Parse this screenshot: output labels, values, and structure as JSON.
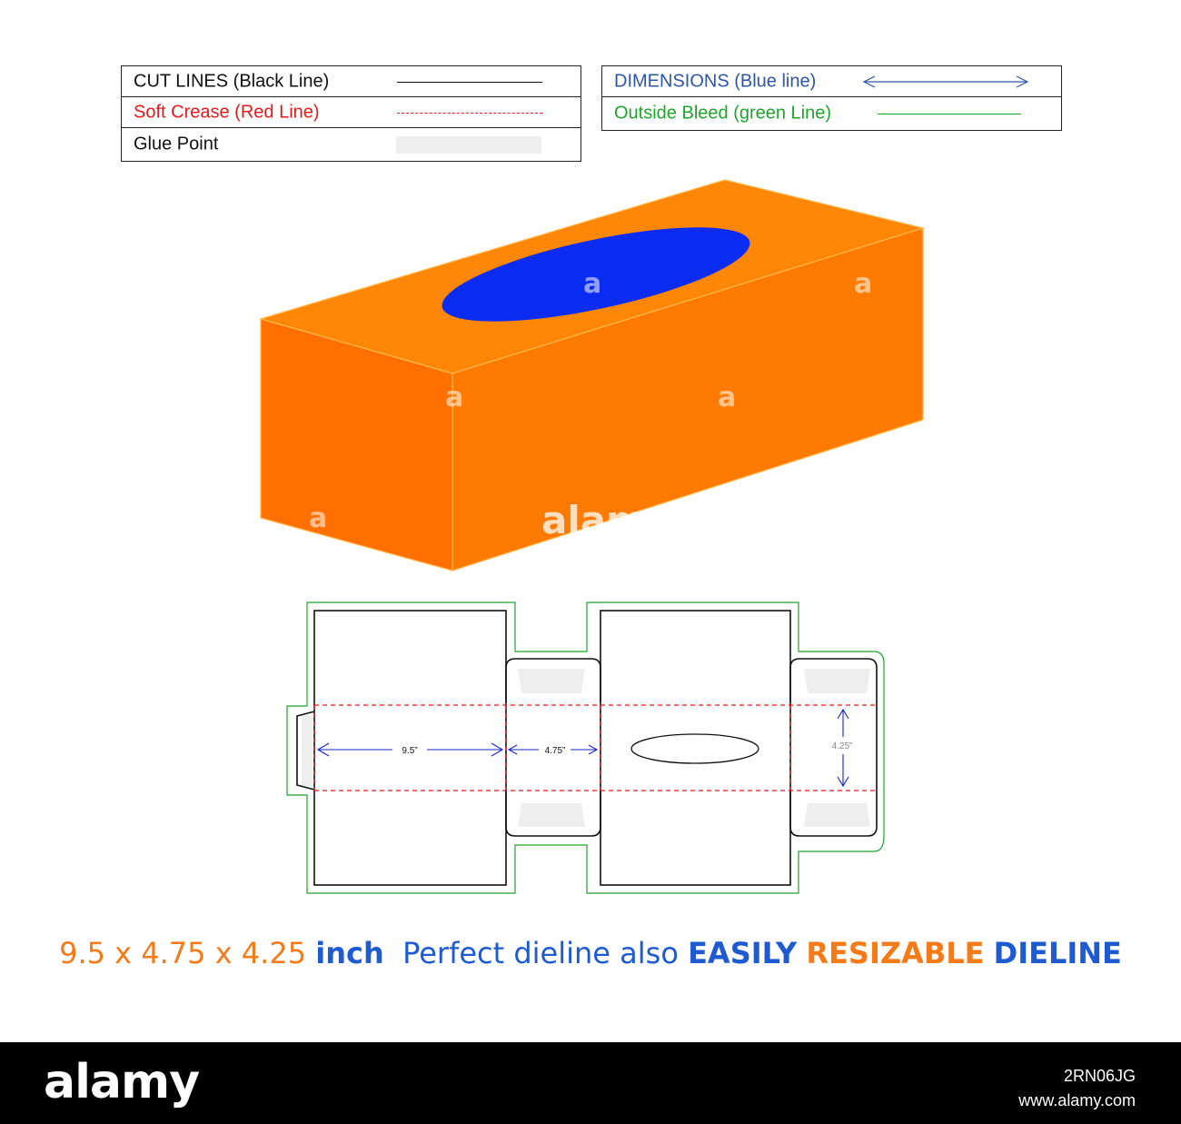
{
  "legend_left": {
    "rows": [
      {
        "label": "CUT LINES (Black Line)",
        "color": "#111111",
        "style": "solid"
      },
      {
        "label": "Soft Crease (Red Line)",
        "color": "#e21a1a",
        "style": "dashed"
      },
      {
        "label": "Glue Point",
        "color": "#111111",
        "style": "glue"
      }
    ]
  },
  "legend_right": {
    "rows": [
      {
        "label": "DIMENSIONS (Blue line)",
        "color": "#2e56a8",
        "style": "arrow"
      },
      {
        "label": "Outside Bleed (green Line)",
        "color": "#1fa52d",
        "style": "green"
      }
    ]
  },
  "colors": {
    "box_top": "#ff8708",
    "box_front": "#ff7300",
    "box_side": "#f57200",
    "slot": "#0a2cf0",
    "cut": "#111111",
    "crease": "#e21a1a",
    "bleed": "#1fa52d",
    "dimension": "#1a24c8",
    "glue": "#eeeeee",
    "orange_text": "#f57b18",
    "blue_text": "#1e5bd1"
  },
  "watermark": "alamy",
  "dieline": {
    "dim_length": "9.5”",
    "dim_width": "4.75”",
    "dim_height": "4.25”"
  },
  "headline": {
    "dims": "9.5 x 4.75 x 4.25",
    "unit": "inch",
    "text": "Perfect dieline also",
    "easily": "EASILY",
    "resizable": "RESIZABLE",
    "dieline": "DIELINE"
  },
  "footer": {
    "logo": "alamy",
    "image_id": "2RN06JG",
    "url": "www.alamy.com"
  }
}
